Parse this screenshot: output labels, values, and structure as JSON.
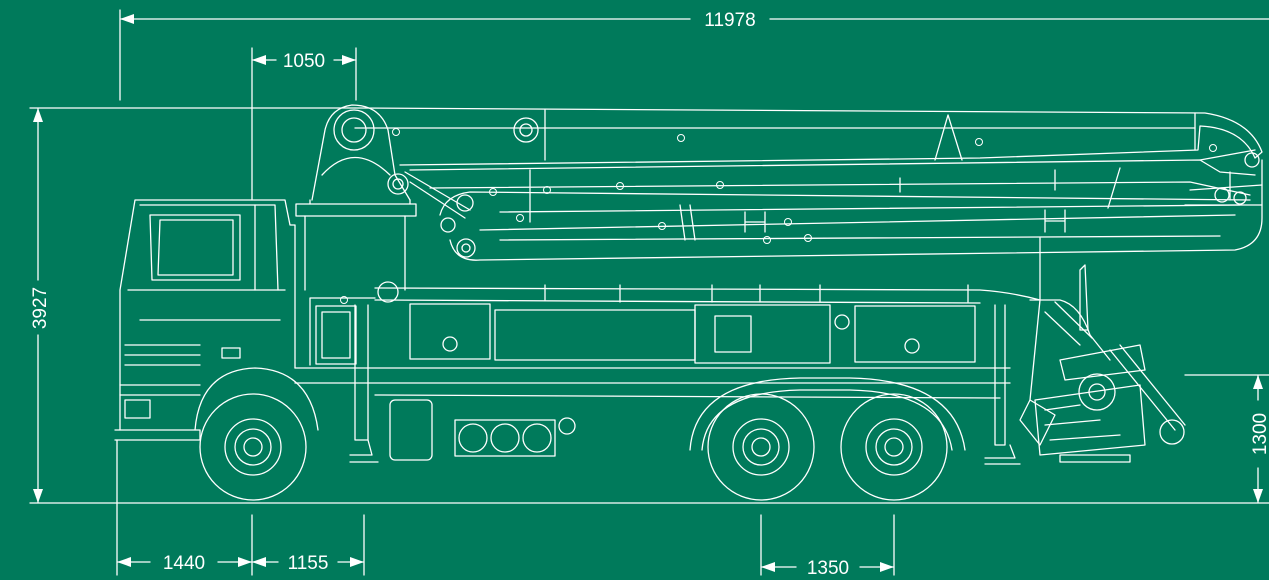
{
  "colors": {
    "background": "#007a5b",
    "line": "#ffffff"
  },
  "dimensions": {
    "overall_length": "11978",
    "height": "3927",
    "boom_offset": "1050",
    "front_overhang": "1440",
    "front_to_outrigger": "1155",
    "rear_axle_spacing": "1350",
    "rear_height": "1300"
  }
}
